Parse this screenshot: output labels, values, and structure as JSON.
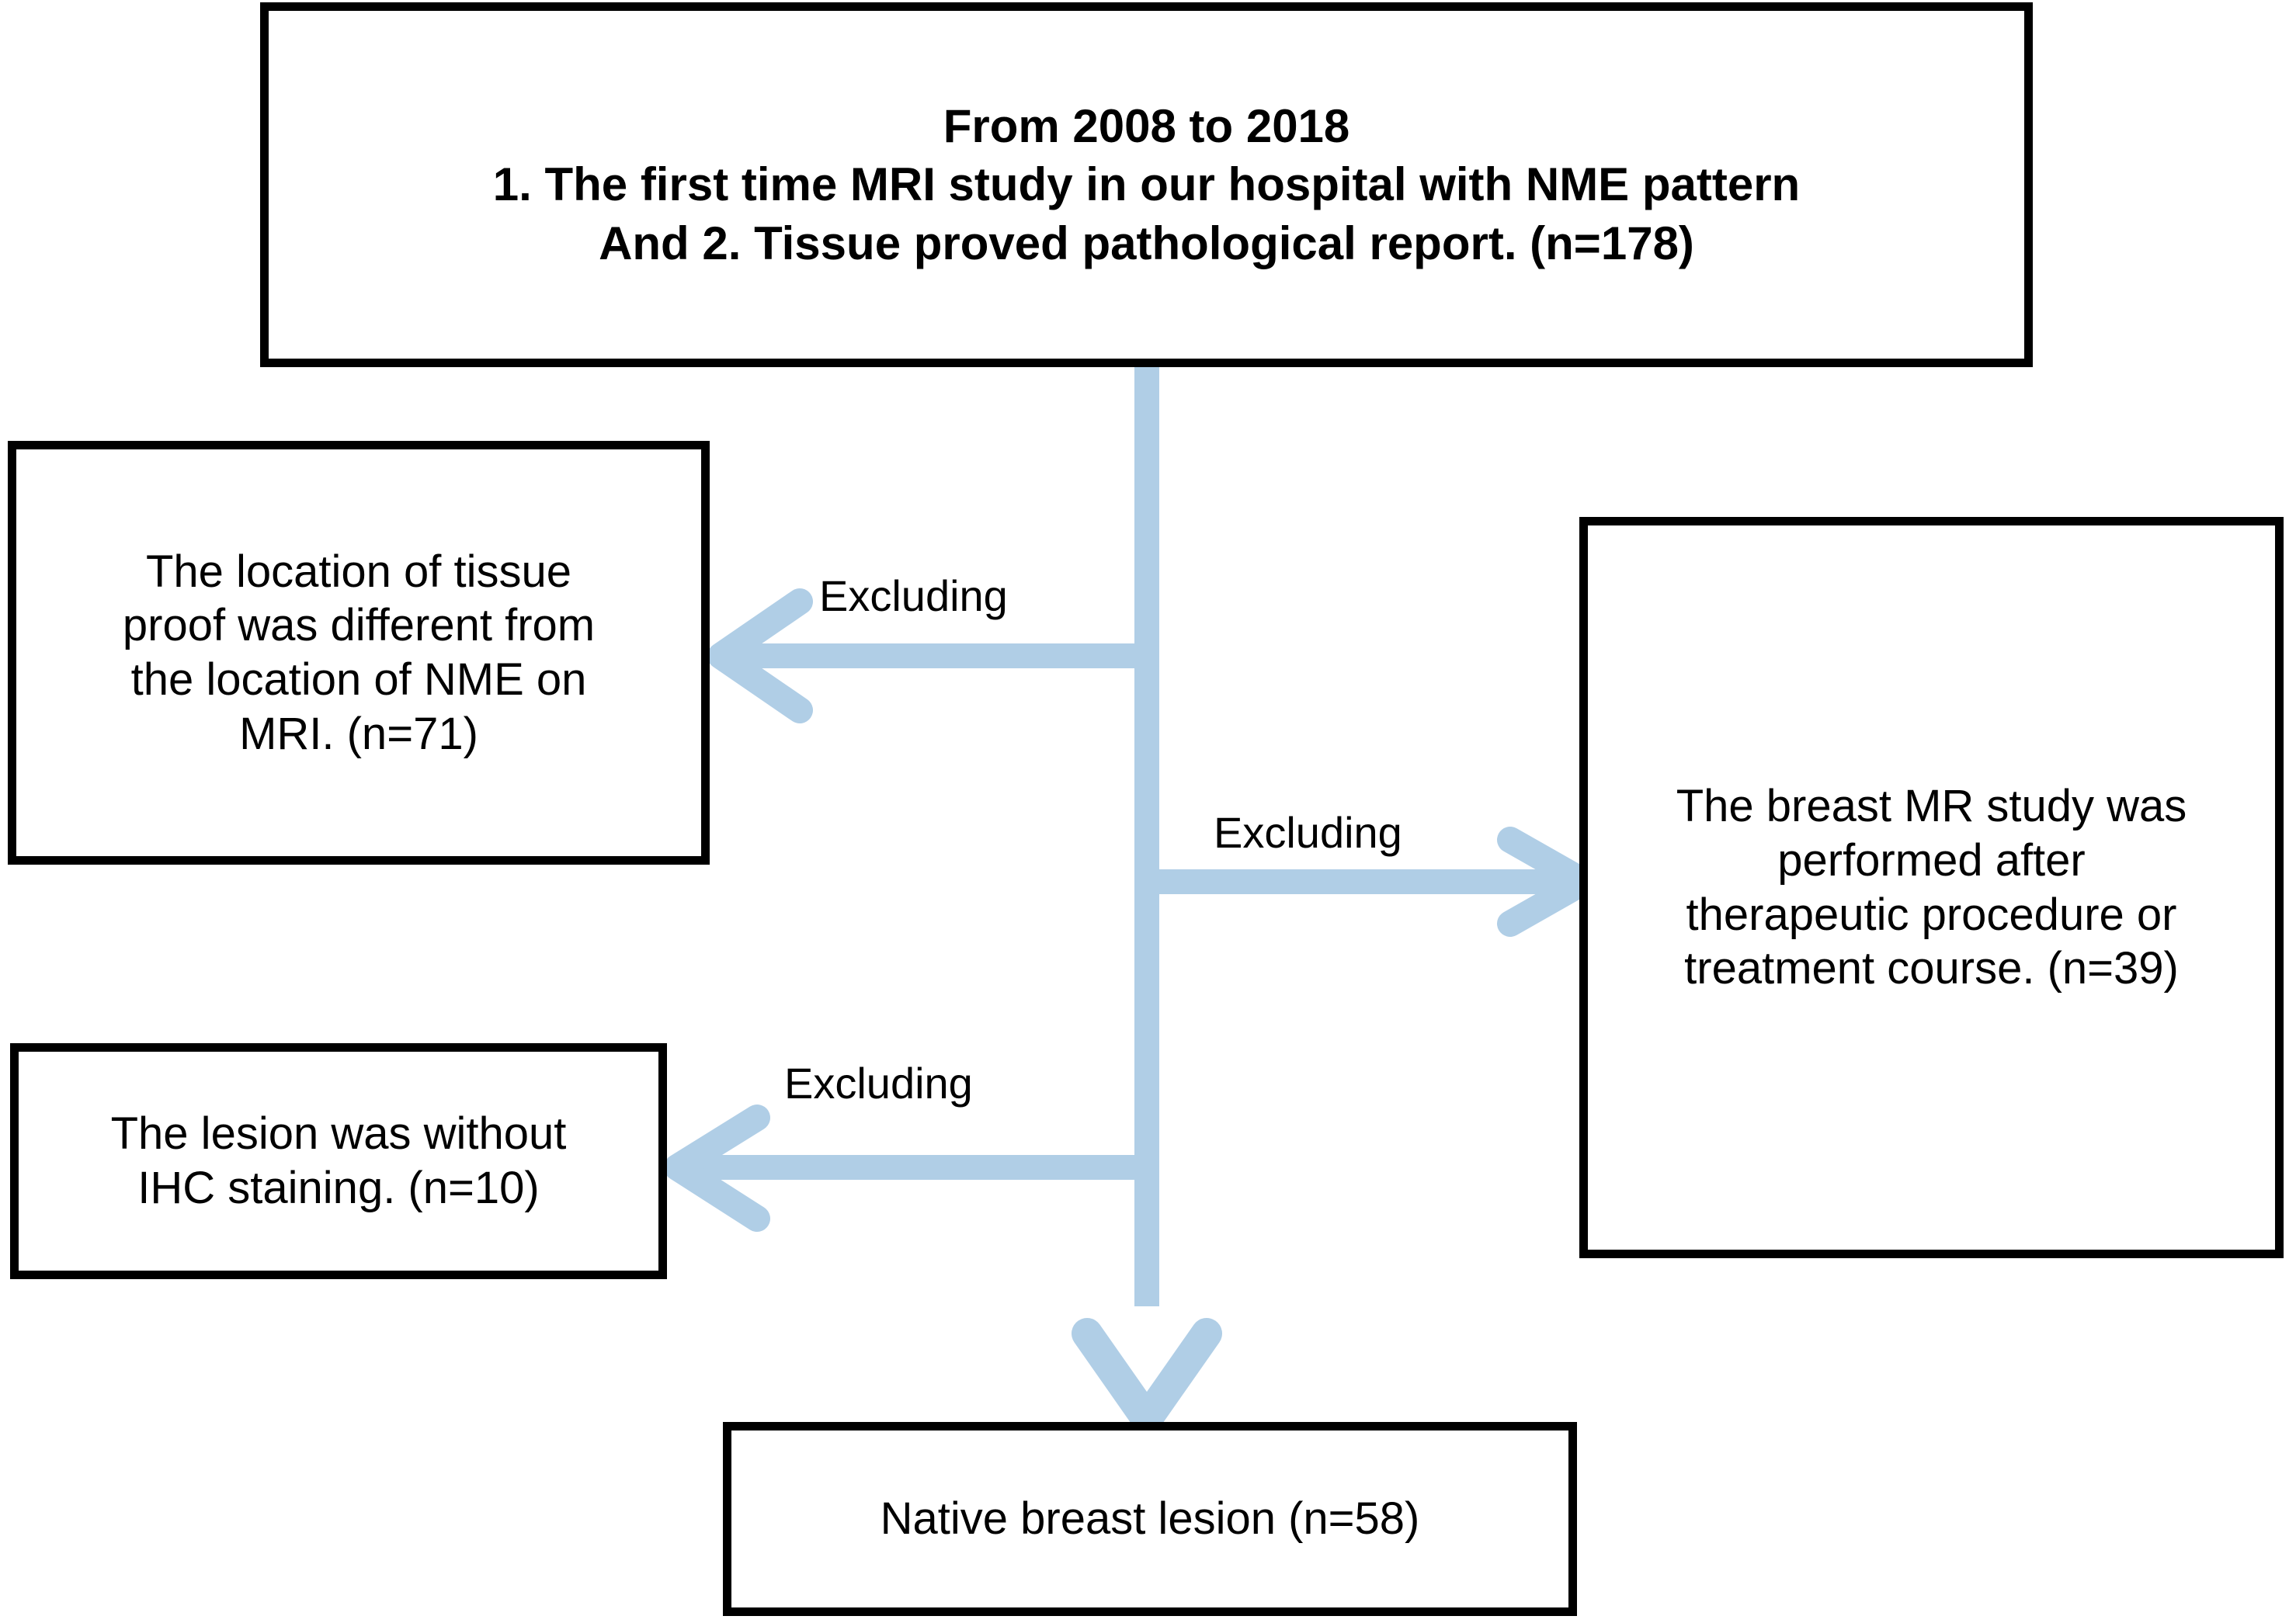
{
  "diagram": {
    "type": "flowchart",
    "orientation": "top-down",
    "accent_color": "#b0cee6",
    "border_color": "#000000",
    "background_color": "#ffffff",
    "nodes": {
      "source": {
        "id": "source",
        "lines": [
          "From 2008 to 2018",
          "1. The first time MRI study in our hospital with NME pattern",
          "And 2. Tissue proved pathological report.  (n=178)"
        ],
        "n": 178,
        "bold": true
      },
      "excluded_location": {
        "id": "excluded-location",
        "lines": [
          "The location of tissue",
          "proof was different from",
          "the location of NME on",
          "MRI. (n=71)"
        ],
        "n": 71,
        "bold": false
      },
      "excluded_treatment": {
        "id": "excluded-treatment",
        "lines": [
          "The breast MR study was",
          "performed after",
          "therapeutic procedure or",
          "treatment course. (n=39)"
        ],
        "n": 39,
        "bold": false
      },
      "excluded_ihc": {
        "id": "excluded-ihc",
        "lines": [
          "The lesion was without",
          "IHC staining. (n=10)"
        ],
        "n": 10,
        "bold": false
      },
      "outcome": {
        "id": "outcome",
        "lines": [
          "Native breast lesion (n=58)"
        ],
        "n": 58,
        "bold": false
      }
    },
    "edges": [
      {
        "id": "edge-exclude-location",
        "label": "Excluding",
        "from": "source",
        "to": "excluded_location",
        "direction": "left"
      },
      {
        "id": "edge-exclude-treatment",
        "label": "Excluding",
        "from": "source",
        "to": "excluded_treatment",
        "direction": "right"
      },
      {
        "id": "edge-exclude-ihc",
        "label": "Excluding",
        "from": "source",
        "to": "excluded_ihc",
        "direction": "left"
      },
      {
        "id": "edge-to-outcome",
        "label": "",
        "from": "source",
        "to": "outcome",
        "direction": "down"
      }
    ]
  }
}
